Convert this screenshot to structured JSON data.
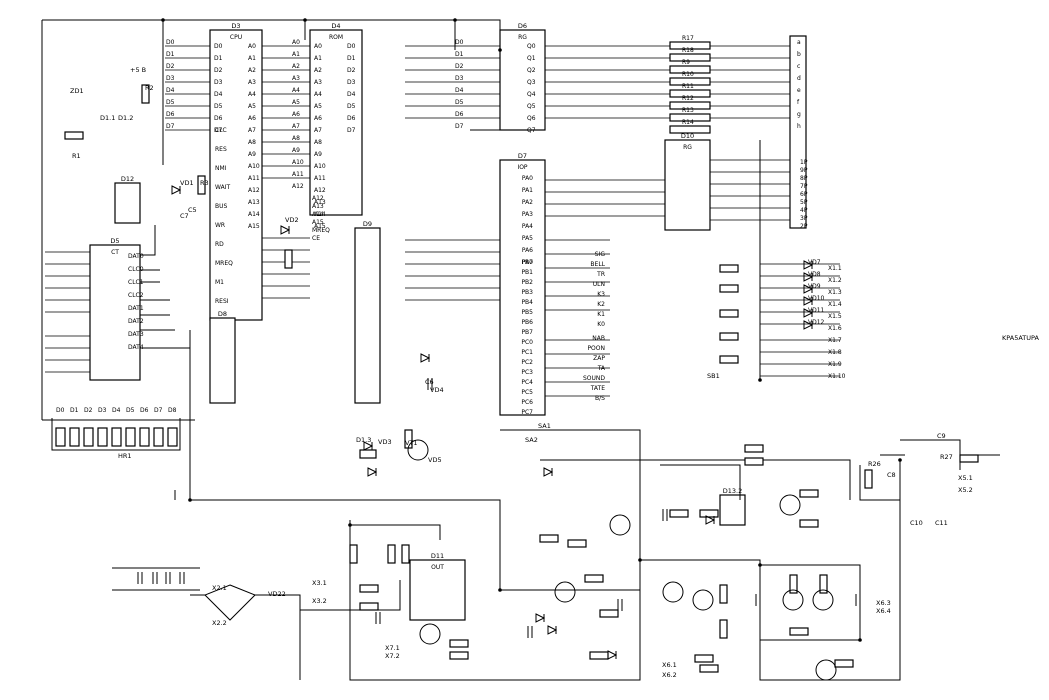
{
  "chips": [
    {
      "id": "d3",
      "ref": "D3",
      "name": "CPU"
    },
    {
      "id": "d4",
      "ref": "D4",
      "name": "ROM"
    },
    {
      "id": "d5",
      "ref": "D5",
      "name": "CT"
    },
    {
      "id": "d6",
      "ref": "D6",
      "name": "RG"
    },
    {
      "id": "d7",
      "ref": "D7",
      "name": "IOP"
    },
    {
      "id": "d8",
      "ref": "D8",
      "name": ""
    },
    {
      "id": "d9",
      "ref": "D9",
      "name": ""
    },
    {
      "id": "d10",
      "ref": "D10",
      "name": "RG"
    },
    {
      "id": "d11",
      "ref": "D11",
      "name": "OUT"
    },
    {
      "id": "d12",
      "ref": "D12",
      "name": ""
    },
    {
      "id": "d13",
      "ref": "D13.2",
      "name": ""
    }
  ],
  "labels": {
    "d3_left": [
      "D0",
      "D1",
      "D2",
      "D3",
      "D4",
      "D5",
      "D6",
      "D7"
    ],
    "d3_right": [
      "A0",
      "A1",
      "A2",
      "A3",
      "A4",
      "A5",
      "A6",
      "A7",
      "A8",
      "A9",
      "A10",
      "A11",
      "A12",
      "A13",
      "A14",
      "A15"
    ],
    "d4_addr": [
      "A0",
      "A1",
      "A2",
      "A3",
      "A4",
      "A5",
      "A6",
      "A7",
      "A8",
      "A9",
      "A10",
      "A11",
      "A12",
      "A13",
      "A14",
      "A15"
    ],
    "d4_data": [
      "D0",
      "D1",
      "D2",
      "D3",
      "D4",
      "D5",
      "D6",
      "D7"
    ],
    "d6_out": [
      "Q0",
      "Q1",
      "Q2",
      "Q3",
      "Q4",
      "Q5",
      "Q6",
      "Q7"
    ],
    "d6_res": [
      "R17",
      "R18",
      "R9",
      "R10",
      "R11",
      "R12",
      "R13",
      "R14"
    ],
    "seg": [
      "a",
      "b",
      "c",
      "d",
      "e",
      "f",
      "g",
      "h"
    ],
    "d7_pa": [
      "PA0",
      "PA1",
      "PA2",
      "PA3",
      "PA4",
      "PA5",
      "PA6",
      "PA7"
    ],
    "d7_pb": [
      "PB0",
      "PB1",
      "PB2",
      "PB3",
      "PB4",
      "PB5",
      "PB6",
      "PB7"
    ],
    "d7_pc": [
      "PC0",
      "PC1",
      "PC2",
      "PC3",
      "PC4",
      "PC5",
      "PC6",
      "PC7"
    ],
    "d7_sig": [
      "SIG",
      "BELL",
      "TR",
      "ULN",
      "K3",
      "K2",
      "K1",
      "K0"
    ],
    "d7_sig2": [
      "NAB",
      "POON",
      "ZAP",
      "TA",
      "SOUND",
      "TATE",
      "B/S"
    ],
    "d10_out": [
      "1P",
      "9P",
      "8P",
      "7P",
      "6P",
      "5P",
      "4P",
      "3P",
      "2P"
    ],
    "x1": [
      "X1.1",
      "X1.2",
      "X1.3",
      "X1.4",
      "X1.5",
      "X1.6",
      "X1.7",
      "X1.8",
      "X1.9",
      "X1.10"
    ],
    "vd_right": [
      "VD7",
      "VD8",
      "VD9",
      "VD10",
      "VD11",
      "VD12"
    ],
    "cpu_ctrl": [
      "CLC",
      "RES",
      "NMI",
      "WAIT",
      "BUS",
      "WR",
      "RD",
      "MREQ",
      "M1",
      "RESI"
    ],
    "ct_pins": [
      "DAT0",
      "CLC0",
      "CLC1",
      "CLC2",
      "DAT1",
      "DAT2",
      "DAT3",
      "DAT4"
    ],
    "rom_ctrl": [
      "A12",
      "A13",
      "A14",
      "A15",
      "MREQ",
      "CE"
    ],
    "misc": [
      "+5 B",
      "ZD1",
      "D1.1",
      "D1.2",
      "R1",
      "R2",
      "R3",
      "C5",
      "C6",
      "C7",
      "VD1",
      "VD2",
      "VD3",
      "VD4",
      "VD5",
      "VT1",
      "D1.3",
      "HR1",
      "X5.1",
      "X5.2",
      "C9",
      "C8",
      "R26",
      "R27",
      "X6.1",
      "X6.2",
      "X7.1",
      "X7.2",
      "X2.1",
      "X2.2",
      "X3.1",
      "X3.2",
      "X6.3",
      "X6.4",
      "VD22",
      "KPA5ATUPA",
      "SB1",
      "SA1",
      "SA2",
      "C10",
      "C11"
    ]
  }
}
